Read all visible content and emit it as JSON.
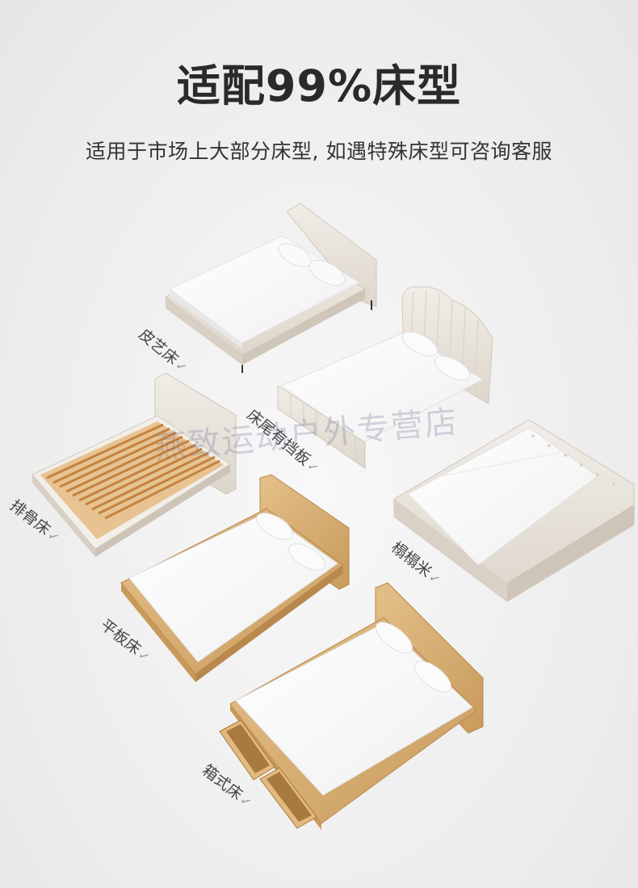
{
  "header": {
    "title": "适配99%床型",
    "subtitle": "适用于市场上大部分床型, 如遇特殊床型可咨询客服"
  },
  "beds": [
    {
      "label": "皮艺床",
      "check": "✓"
    },
    {
      "label": "床尾有挡板",
      "check": "✓"
    },
    {
      "label": "排骨床",
      "check": "✓"
    },
    {
      "label": "榻榻米",
      "check": "✓"
    },
    {
      "label": "平板床",
      "check": "✓"
    },
    {
      "label": "箱式床",
      "check": "✓"
    }
  ],
  "watermark": "燕致运动户外专营店",
  "colors": {
    "background": "#eeeeee",
    "mattress": "#ffffff",
    "upholstery": "#e9e4dc",
    "wood": "#d8b27a",
    "slat": "#e0a35c"
  }
}
